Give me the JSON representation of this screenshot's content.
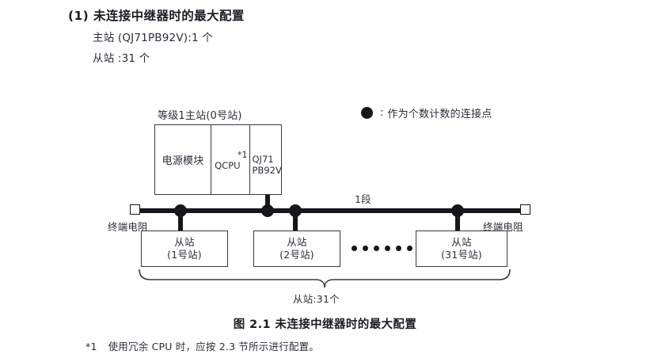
{
  "header": {
    "title": "(1) 未连接中继器时的最大配置",
    "line1": "主站 (QJ71PB92V):1 个",
    "line2": "从站 :31 个"
  },
  "legend": {
    "symbol": "filled-circle",
    "colon": ":",
    "text": "作为个数计数的连接点"
  },
  "diagram": {
    "master": {
      "label": "等级1主站(0号站)",
      "cells": [
        {
          "text": "电源模块"
        },
        {
          "text": "QCPU",
          "footmark": "*1"
        },
        {
          "text": "QJ71\nPB92V"
        }
      ]
    },
    "bus": {
      "segment_label": "1段",
      "terminator_left": "终端电阻",
      "terminator_right": "终端电阻"
    },
    "slaves": [
      {
        "title": "从站",
        "station": "(1号站)"
      },
      {
        "title": "从站",
        "station": "(2号站)"
      },
      {
        "title": "从站",
        "station": "(31号站)"
      }
    ],
    "ellipsis_dots": 6,
    "brace_label": "从站:31个"
  },
  "caption": "图 2.1  未连接中继器时的最大配置",
  "footnote": {
    "mark": "*1",
    "text": "使用冗余 CPU 时，应按 2.3 节所示进行配置。"
  },
  "colors": {
    "ink": "#16161c",
    "text": "#2d2d3a",
    "rule": "#3a3a3a",
    "paper": "#ffffff"
  }
}
